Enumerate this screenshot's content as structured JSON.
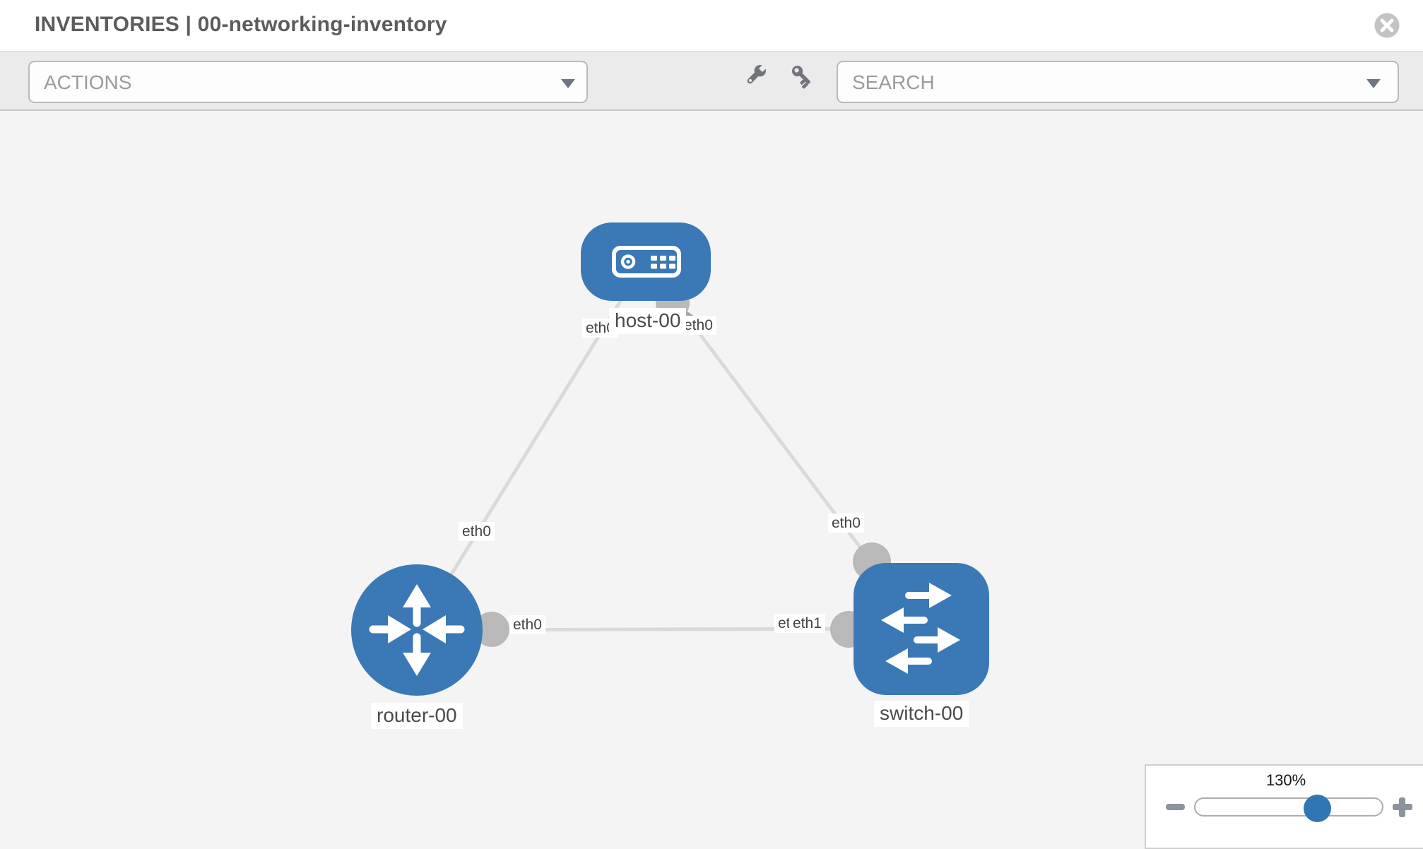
{
  "header": {
    "title": "INVENTORIES | 00-networking-inventory",
    "close_icon": "circle-x-icon"
  },
  "toolbar": {
    "actions_label": "ACTIONS",
    "search_label": "SEARCH",
    "icons": {
      "tools": "wrench-icon",
      "credentials": "key-icon",
      "actions_caret": "chevron-down-icon",
      "search_caret": "chevron-down-icon"
    }
  },
  "topology": {
    "nodes": [
      {
        "name": "host-00",
        "type": "host"
      },
      {
        "name": "router-00",
        "type": "router"
      },
      {
        "name": "switch-00",
        "type": "switch"
      }
    ],
    "links": [
      {
        "source": "host-00",
        "target": "router-00",
        "source_interface": "eth0",
        "target_interface": "eth0"
      },
      {
        "source": "host-00",
        "target": "switch-00",
        "source_interface": "eth0",
        "target_interface": "eth0"
      },
      {
        "source": "router-00",
        "target": "switch-00",
        "source_interface": "eth0",
        "target_interface": "eth1",
        "target_interface_overlapped": "eth0"
      }
    ]
  },
  "zoom_control": {
    "level": "130%",
    "zoom_out_icon": "minus-icon",
    "zoom_in_icon": "plus-icon"
  },
  "colors": {
    "node_blue": "#3a79b5",
    "slider_thumb_blue": "#3076b4",
    "link_gray": "#dadada",
    "interface_dot_gray": "#b9b9b9",
    "toolbar_gray": "#ebebeb",
    "canvas_gray": "#f4f4f4"
  }
}
